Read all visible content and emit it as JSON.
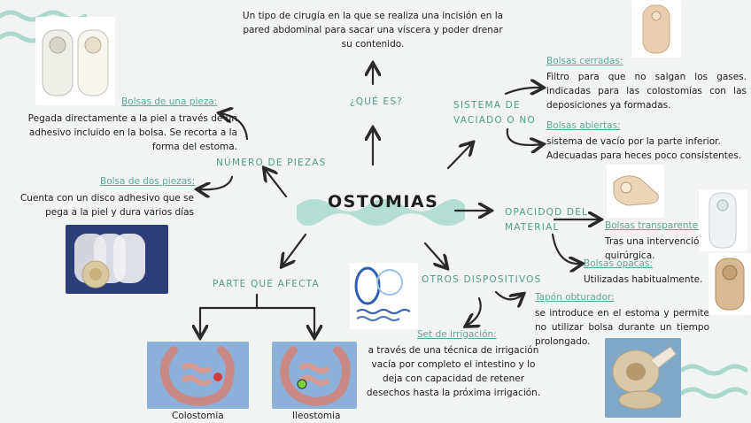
{
  "title": "OSTOMIAS",
  "que_es": {
    "label": "¿QUÉ ES?",
    "text": "Un tipo de cirugía en la que se realiza una incisión en la pared abdominal para sacar una víscera y poder drenar su contenido."
  },
  "numero_piezas": {
    "label": "NÚMERO DE PIEZAS",
    "una_title": "Bolsas de una pieza:",
    "una_text": "Pegada directamente a la piel a través de un adhesivo incluido en la bolsa. Se recorta a la forma del estoma.",
    "dos_title": "Bolsa de dos piezas:",
    "dos_text": "Cuenta con un disco adhesivo que se pega a la piel y dura varios días"
  },
  "sistema_vaciado": {
    "label_line1": "SISTEMA DE",
    "label_line2": "VACIADO O NO",
    "cerradas_title": "Bolsas cerradas:",
    "cerradas_text": "Filtro para que no salgan los gases. indicadas para las colostomías con las deposiciones ya formadas.",
    "abiertas_title": "Bolsas abiertas:",
    "abiertas_text": "sistema de vacío por la parte inferior. Adecuadas para heces poco consistentes."
  },
  "opacidad": {
    "label_line1": "OPACIDQD DEL",
    "label_line2": "MATERIAL",
    "transparente_title": "Bolsas transparente:",
    "transparente_text": "Tras una intervención quirúrgica.",
    "opacas_title": "Bolsas opacas:",
    "opacas_text": "Utilizadas habitualmente."
  },
  "parte_afecta": {
    "label": "PARTE QUE AFECTA",
    "colostomia": "Colostomia",
    "ileostomia": "Ileostomia"
  },
  "otros": {
    "label": "OTROS DISPOSITIVOS",
    "tapon_title": "Tapón obturador:",
    "tapon_text": "se introduce en el estoma y permite no utilizar bolsa durante un tiempo prolongado.",
    "irrigacion_title": "Set de irrigación:",
    "irrigacion_text": "a través de una técnica de irrigación vacía por completo el intestino y lo deja con capacidad de retener desechos hasta la próxima irrigación."
  },
  "colors": {
    "teal": "#5aa896",
    "wave": "#a9d8cc",
    "ink": "#1c1c1c",
    "bg": "#f1f4f3"
  }
}
